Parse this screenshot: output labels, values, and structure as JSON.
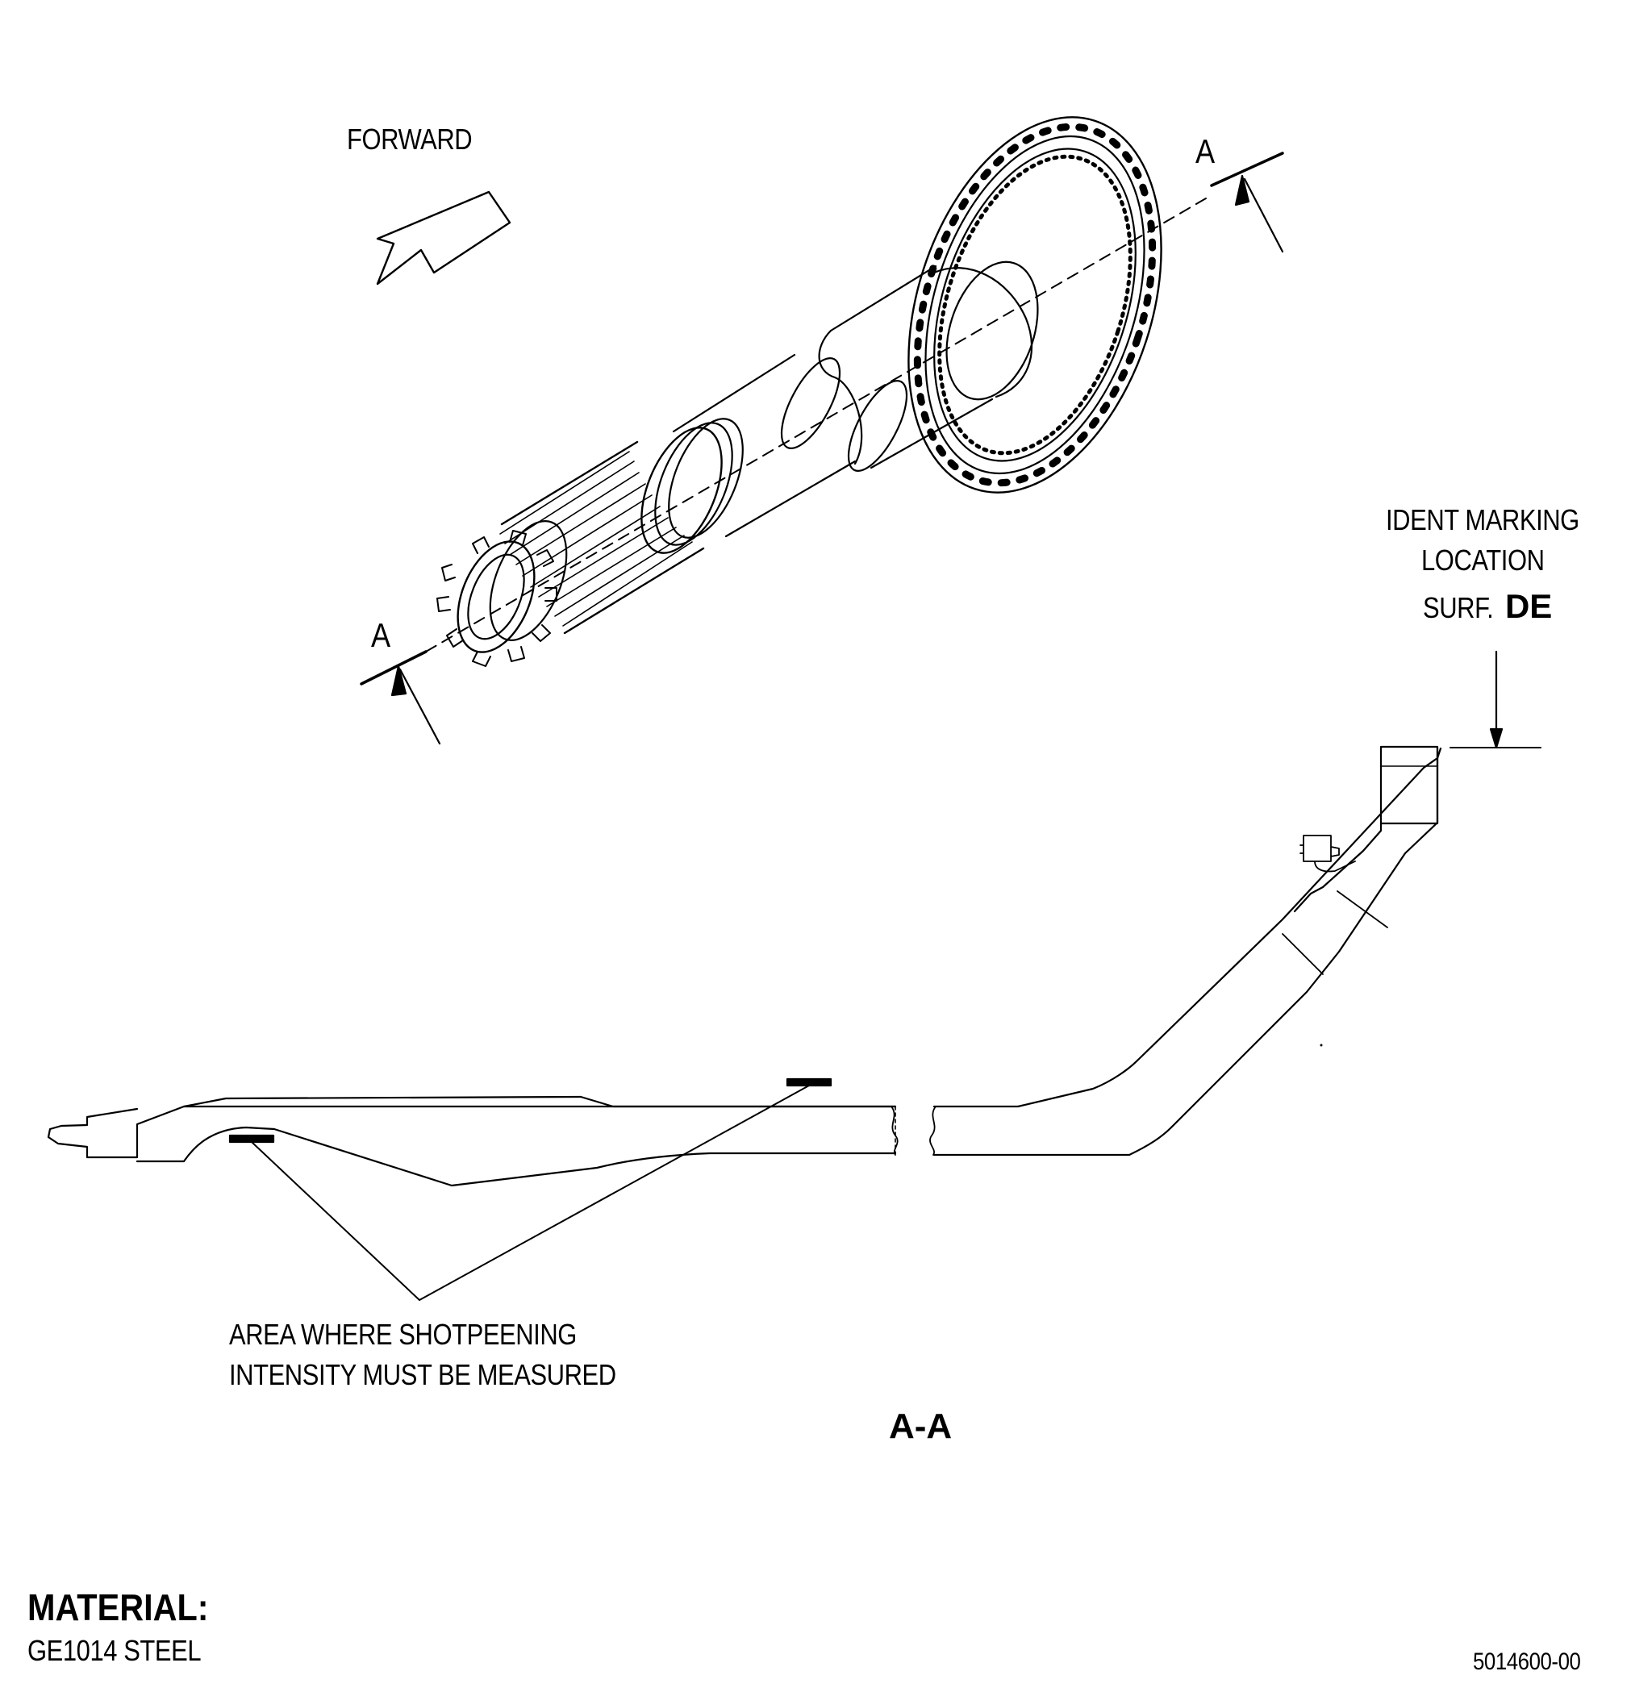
{
  "labels": {
    "forward": "FORWARD",
    "section_mark": "A",
    "ident_line1": "IDENT MARKING",
    "ident_line2": "LOCATION",
    "ident_line3_prefix": "SURF.",
    "ident_line3_surface": "DE",
    "shotpeen_line1": "AREA WHERE SHOTPEENING",
    "shotpeen_line2": "INTENSITY MUST BE MEASURED",
    "section_view": "A-A",
    "material_title": "MATERIAL:",
    "material_value": "GE1014 STEEL",
    "figure_number": "5014600-00"
  },
  "icons": {
    "forward_arrow": "hollow-arrow-left-down",
    "section_arrow": "section-cut-arrow"
  },
  "colors": {
    "line": "#000000",
    "background": "#ffffff"
  }
}
